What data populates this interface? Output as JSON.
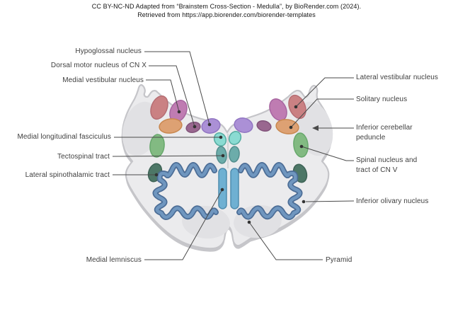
{
  "attribution": {
    "line1": "CC BY-NC-ND Adapted from “Brainstem Cross-Section - Medulla”, by BioRender.com (2024).",
    "line2": "Retrieved from https://app.biorender.com/biorender-templates"
  },
  "labels": [
    {
      "id": "hypoglossal-nucleus",
      "text": "Hypoglossal nucleus",
      "side": "left"
    },
    {
      "id": "dorsal-motor-nucleus-cn-x",
      "text": "Dorsal motor nucleus of CN X",
      "side": "left"
    },
    {
      "id": "medial-vestibular-nucleus",
      "text": "Medial vestibular nucleus",
      "side": "left"
    },
    {
      "id": "medial-longitudinal-fasciculus",
      "text": "Medial longitudinal fasciculus",
      "side": "left"
    },
    {
      "id": "tectospinal-tract",
      "text": "Tectospinal tract",
      "side": "left"
    },
    {
      "id": "lateral-spinothalamic-tract",
      "text": "Lateral spinothalamic tract",
      "side": "left"
    },
    {
      "id": "medial-lemniscus",
      "text": "Medial lemniscus",
      "side": "left"
    },
    {
      "id": "lateral-vestibular-nucleus",
      "text": "Lateral vestibular nucleus",
      "side": "right"
    },
    {
      "id": "solitary-nucleus",
      "text": "Solitary nucleus",
      "side": "right"
    },
    {
      "id": "inferior-cerebellar-peduncle",
      "text": "Inferior cerebellar peduncle",
      "side": "right"
    },
    {
      "id": "spinal-nucleus-tract-cn-v",
      "text": "Spinal nucleus and tract of CN V",
      "side": "right"
    },
    {
      "id": "inferior-olivary-nucleus",
      "text": "Inferior olivary nucleus",
      "side": "right"
    },
    {
      "id": "pyramid",
      "text": "Pyramid",
      "side": "right"
    }
  ],
  "colors": {
    "body_fill": "#ebebed",
    "body_outline": "#c5c5c9",
    "body_shadow": "#c6c6ca",
    "region_shade": "#e1e1e4",
    "lateral_vestibular_salmon": "#ca8183",
    "medial_vestibular_magenta": "#bf7cb2",
    "solitary_orange": "#dda173",
    "dorsal_motor_mauve": "#99678f",
    "hypoglossal_lavender": "#ab90d6",
    "spinal_cn_v_green": "#82ba82",
    "spinothalamic_dark_green": "#4d7767",
    "mlf_cyan": "#8adbd2",
    "tectospinal_teal": "#6cacaa",
    "medial_lemniscus_blue": "#6fb0d2",
    "olivary_blue": "#6f96bf",
    "leader_line": "#4a4a4a"
  }
}
